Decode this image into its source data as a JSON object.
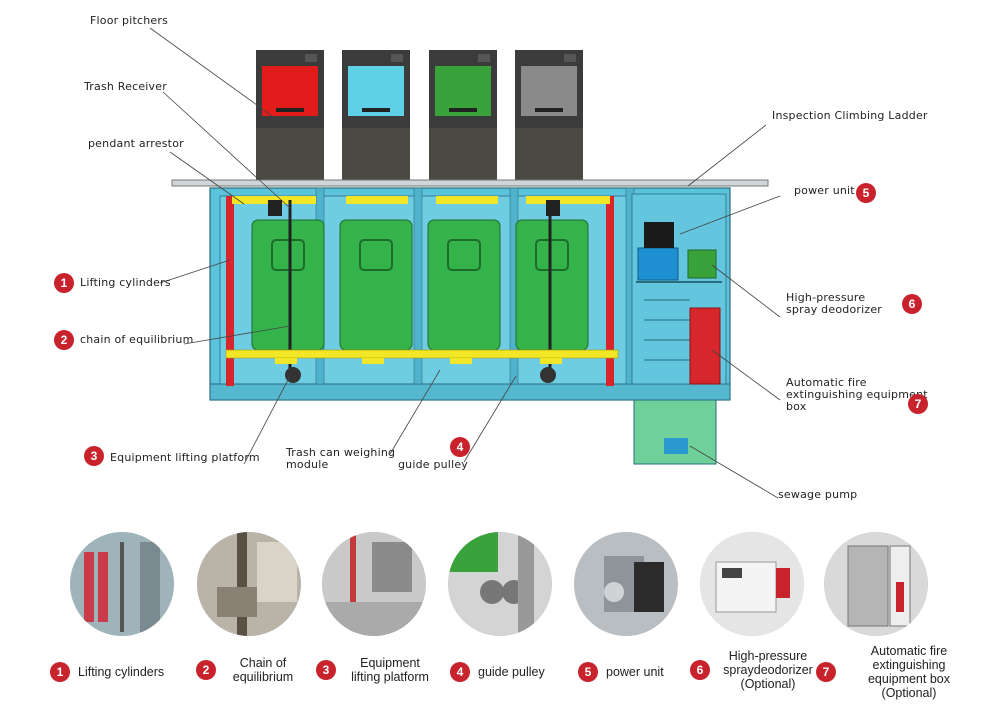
{
  "callouts": {
    "floor_pitchers": "Floor pitchers",
    "trash_receiver": "Trash Receiver",
    "pendant_arrestor": "pendant arrestor",
    "lifting_cylinders": "Lifting cylinders",
    "chain_of_equilibrium": "chain of equilibrium",
    "equipment_lifting_platform": "Equipment lifting platform",
    "trash_can_weighing_module": "Trash can weighing module",
    "guide_pulley": "guide pulley",
    "inspection_climbing_ladder": "Inspection Climbing Ladder",
    "power_unit": "power unit",
    "high_pressure_spray_deodorizer": "High-pressure spray deodorizer",
    "automatic_fire_box": "Automatic fire extinguishing equipment box",
    "sewage_pump": "sewage pump"
  },
  "badges": {
    "b1": "1",
    "b2": "2",
    "b3": "3",
    "b4": "4",
    "b5": "5",
    "b6": "6",
    "b7": "7"
  },
  "legend": [
    {
      "num": "1",
      "label": "Lifting cylinders"
    },
    {
      "num": "2",
      "label": "Chain of equilibrium"
    },
    {
      "num": "3",
      "label": "Equipment lifting platform"
    },
    {
      "num": "4",
      "label": "guide pulley"
    },
    {
      "num": "5",
      "label": "power unit"
    },
    {
      "num": "6",
      "label": "High-pressure spraydeodorizer (Optional)"
    },
    {
      "num": "7",
      "label": "Automatic fire extinguishing equipment box (Optional)"
    }
  ],
  "colors": {
    "frame": "#5bc3dc",
    "bin_green": "#33b34a",
    "platform_yellow": "#f2e626",
    "cylinder_red": "#d8262d",
    "badge_red": "#c8232c",
    "pitcher_red": "#e21b1b",
    "pitcher_blue": "#5ed0e6",
    "pitcher_green": "#3aa23a",
    "pitcher_gray": "#8a8a8a"
  }
}
